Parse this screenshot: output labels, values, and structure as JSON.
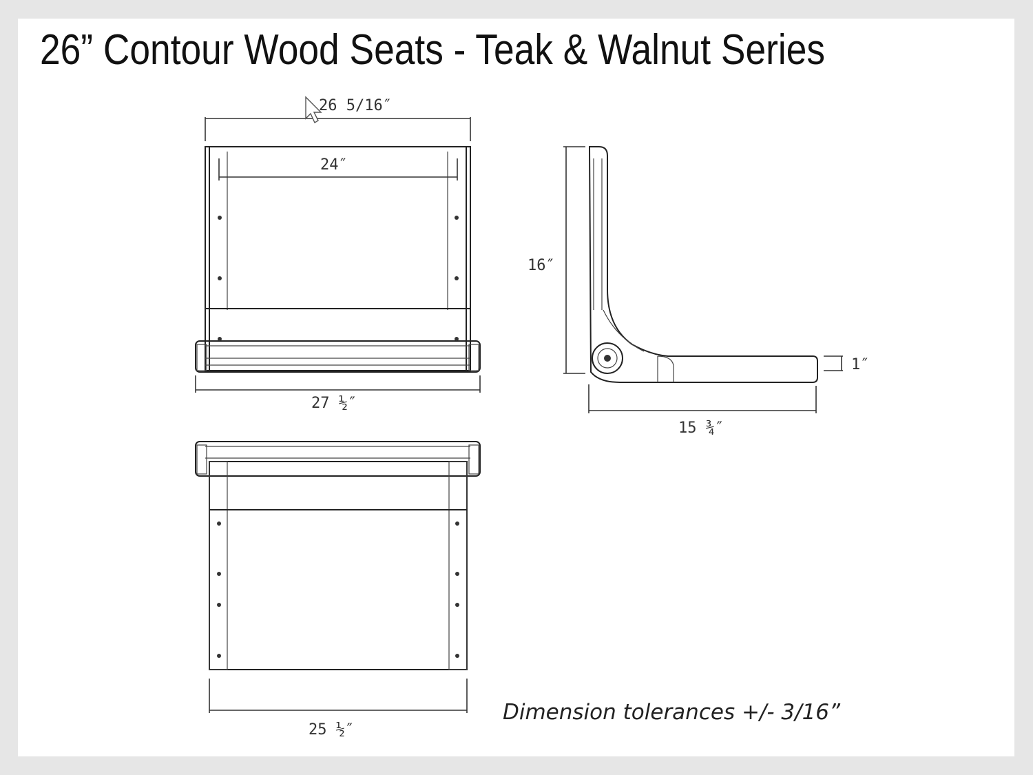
{
  "title": "26” Contour Wood Seats - Teak & Walnut Series",
  "dimensions": {
    "top_overall_width": "26 5/16″",
    "top_inner_width": "24″",
    "front_width": "27 ½″",
    "bottom_width": "25 ½″",
    "side_height": "16″",
    "side_depth": "15 ¾″",
    "seat_thickness": "1″"
  },
  "note": "Dimension tolerances +/- 3/16”",
  "colors": {
    "background": "#e6e6e6",
    "sheet": "#ffffff",
    "line": "#222222"
  }
}
